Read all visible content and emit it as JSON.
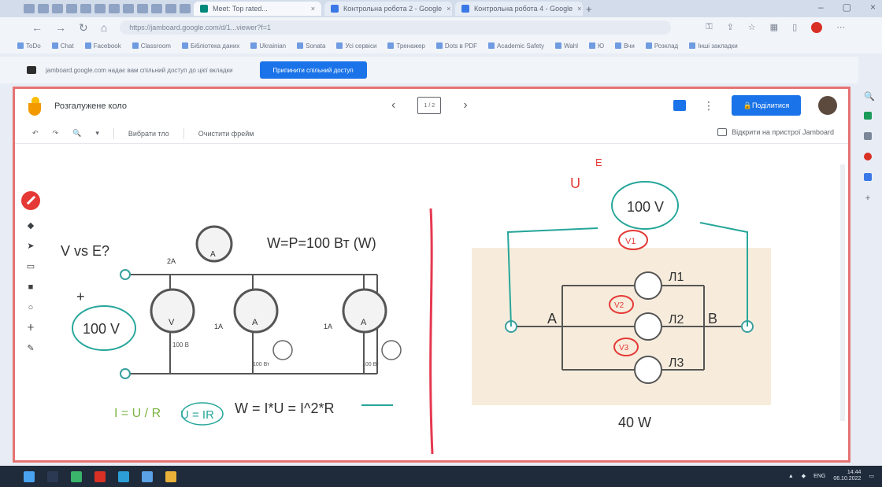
{
  "browser": {
    "tabs": [
      {
        "label": "Meet: Top rated...",
        "active": true
      },
      {
        "label": "Контрольна робота 2 - Google",
        "active": false
      },
      {
        "label": "Контрольна робота 4 - Google",
        "active": false
      }
    ],
    "new_tab": "+",
    "url": "https://jamboard.google.com/d/1...viewer?f=1",
    "bookmarks": [
      "ToDo",
      "Chat",
      "Facebook",
      "Classroom",
      "Бібліотека даних",
      "Ukrainian",
      "Sonata",
      "Усі сервіси",
      "Тренажер",
      "Dots в PDF",
      "Academic Safety",
      "Wahl",
      "Ю",
      "Вчи",
      "Розклад",
      "Інші закладки"
    ],
    "info_text": "jamboard.google.com надає вам спільний доступ до цієї вкладки",
    "info_button": "Припинити спільний доступ"
  },
  "jamboard": {
    "title": "Розгалужене коло",
    "frame_indicator": "1 / 2",
    "share_label": "Поділитися",
    "toolbar": {
      "undo": "↶",
      "redo": "↷",
      "zoom": "🔍",
      "set_background": "Вибрати тло",
      "clear_frame": "Очистити фрейм",
      "open_on_device": "Відкрити на пристрої Jamboard"
    }
  },
  "board": {
    "left": {
      "question": "V vs E?",
      "power": "W=P=100 Вт (W)",
      "source_voltage": "100 V",
      "plus": "+",
      "current_2a": "2A",
      "current_1a_left": "1A",
      "current_1a_right": "1A",
      "ammeter_label": "A",
      "voltmeter_label": "V",
      "voltmeter_reading": "100 В",
      "lamp_rating": "100 Вт",
      "formula": "W = I*U = I^2*R",
      "ohm_law": "I = U / R",
      "u_ir": "U = IR"
    },
    "right": {
      "voltmeter_main": "100 V",
      "v1": "V1",
      "v2": "V2",
      "v3": "V3",
      "node_a": "A",
      "node_b": "B",
      "lamps": [
        "Л1",
        "Л2",
        "Л3"
      ],
      "power": "40 W",
      "u_label": "U",
      "e_label": "E"
    }
  },
  "taskbar": {
    "time": "14:44",
    "date": "06.10.2022",
    "lang": "ENG"
  }
}
